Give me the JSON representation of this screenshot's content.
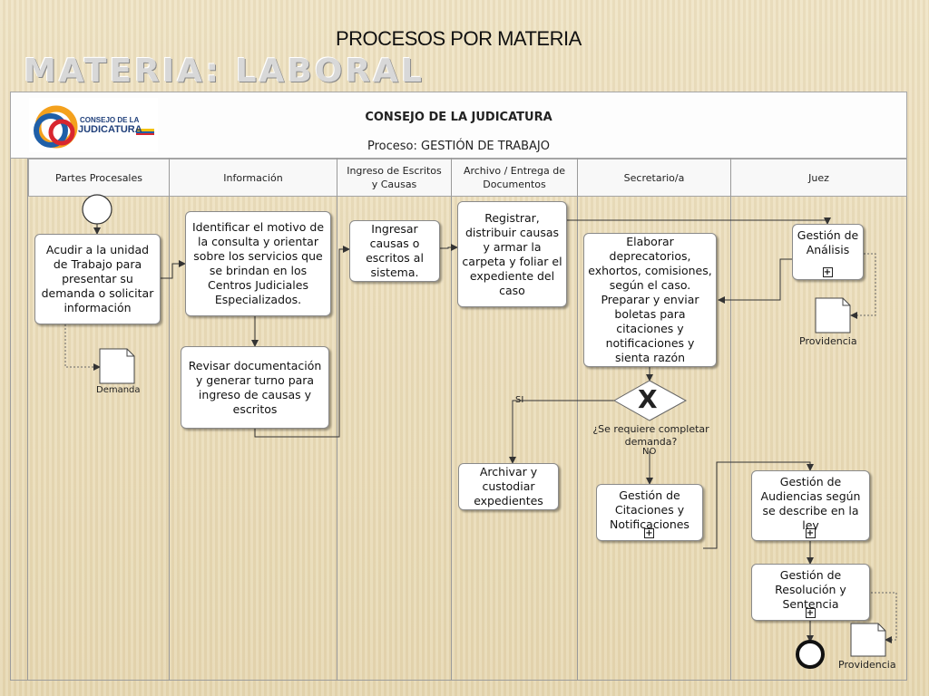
{
  "slide": {
    "title": "PROCESOS POR MATERIA",
    "subtitle": "MATERIA: LABORAL"
  },
  "header": {
    "org_name": "CONSEJO DE LA JUDICATURA",
    "process": "Proceso: GESTIÓN DE TRABAJO",
    "logo_text_top": "CONSEJO DE LA",
    "logo_text_bottom": "JUDICATURA",
    "colors": {
      "logo_blue": "#1f5fa8",
      "logo_red": "#d8262f",
      "logo_yellow": "#f4c20d"
    }
  },
  "lanes": [
    "Partes Procesales",
    "Información",
    "Ingreso de Escritos y Causas",
    "Archivo / Entrega de Documentos",
    "Secretario/a",
    "Juez"
  ],
  "tasks": {
    "acudir": "Acudir a la unidad de Trabajo para presentar su demanda o solicitar información",
    "identificar": "Identificar  el motivo de la consulta y orientar sobre los servicios que se brindan  en los Centros Judiciales Especializados.",
    "revisar": "Revisar documentación y generar turno para ingreso de causas y escritos",
    "ingresar": "Ingresar causas o escritos al sistema.",
    "registrar": "Registrar, distribuir causas y armar la carpeta y foliar el expediente del caso",
    "archivar": "Archivar y custodiar expedientes",
    "elaborar": "Elaborar deprecatorios, exhortos, comisiones, según el caso. Preparar y enviar boletas para citaciones y notificaciones y sienta razón",
    "gestion_citaciones": "Gestión de Citaciones y Notificaciones",
    "gestion_analisis": "Gestión de Análisis",
    "gestion_audiencias": "Gestión  de Audiencias según se describe en la ley",
    "gestion_resolucion": "Gestión de Resolución y Sentencia"
  },
  "documents": {
    "demanda": "Demanda",
    "providencia_1": "Providencia",
    "providencia_2": "Providencia"
  },
  "gateway": {
    "symbol": "X",
    "question": "¿Se requiere completar demanda?",
    "yes": "SI",
    "no": "NO"
  },
  "icons": [
    "start-event-icon",
    "end-event-icon",
    "exclusive-gateway-icon",
    "document-icon",
    "subprocess-plus-icon",
    "logo-icon"
  ]
}
